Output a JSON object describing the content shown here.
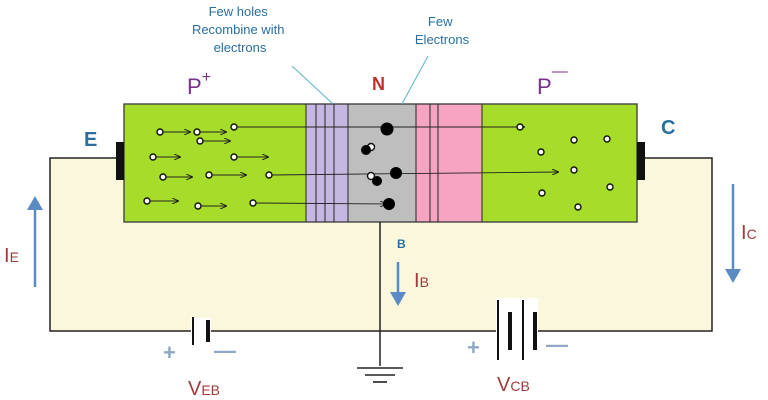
{
  "annotations": {
    "few_holes": [
      "Few holes",
      "Recombine with",
      "electrons"
    ],
    "few_electrons": [
      "Few",
      "Electrons"
    ]
  },
  "regions": {
    "emitter": {
      "label": "P",
      "sign": "+"
    },
    "base": {
      "label": "N"
    },
    "collector": {
      "label": "P",
      "sign": "—"
    }
  },
  "terminals": {
    "emitter": "E",
    "collector": "C",
    "base": "B"
  },
  "currents": {
    "emitter": {
      "main": "I",
      "sub": "E"
    },
    "base": {
      "main": "I",
      "sub": "B"
    },
    "collector": {
      "main": "I",
      "sub": "C"
    }
  },
  "batteries": {
    "veb": {
      "main": "V",
      "sub": "EB",
      "plus": "+",
      "minus": "—"
    },
    "vcb": {
      "main": "V",
      "sub": "CB",
      "plus": "+",
      "minus": "—"
    }
  },
  "colors": {
    "p_region": "#a6dc2a",
    "n_region": "#bebebe",
    "left_junction": "#c4b8e2",
    "right_junction": "#f6a4c2",
    "loop_fill": "#fbf7dc",
    "terminal_text": "#2a6fa0",
    "region_text": "#7a2f8e",
    "n_text": "#c0312b",
    "current_text": "#a33a3a",
    "arrow_blue": "#5b8bc4",
    "sign_blue": "#8fa8c8"
  },
  "icons": {
    "ground": "ground-icon",
    "battery": "battery-icon",
    "hole": "hole-dot",
    "electron": "electron-dot"
  }
}
